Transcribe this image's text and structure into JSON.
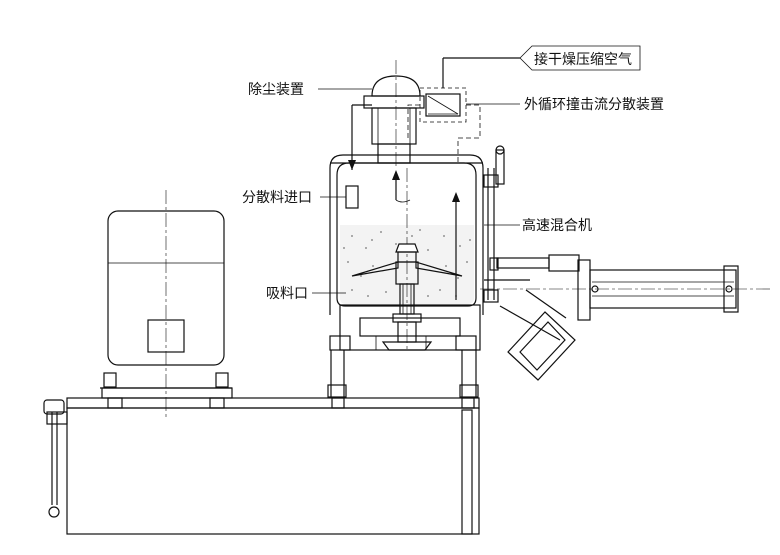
{
  "labels": {
    "dust_removal": "除尘装置",
    "dry_compressed_air": "接干燥压缩空气",
    "external_circulation": "外循环撞击流分散装置",
    "dispersion_inlet": "分散料进口",
    "high_speed_mixer": "高速混合机",
    "suction_port": "吸料口"
  }
}
